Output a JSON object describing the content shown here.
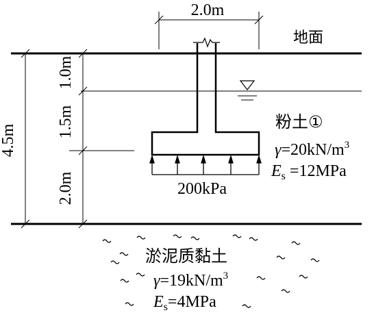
{
  "labels": {
    "width": "2.0m",
    "ground": "地面",
    "depth_1": "1.0m",
    "depth_2": "1.5m",
    "depth_3": "2.0m",
    "total_depth": "4.5m",
    "pressure": "200kPa"
  },
  "layer1": {
    "name": "粉土①",
    "gamma_symbol": "γ",
    "gamma_value": "=20kN/m",
    "gamma_exp": "3",
    "es_symbol": "E",
    "es_sub": "s",
    "es_value": " =12MPa"
  },
  "layer2": {
    "name": "淤泥质黏土",
    "gamma_symbol": "γ",
    "gamma_value": "=19kN/m",
    "gamma_exp": "3",
    "es_symbol": "E",
    "es_sub": "s",
    "es_value": "=4MPa"
  },
  "icons": [
    "water-table-icon",
    "load-arrow-icon",
    "soft-soil-hatch-icon"
  ]
}
